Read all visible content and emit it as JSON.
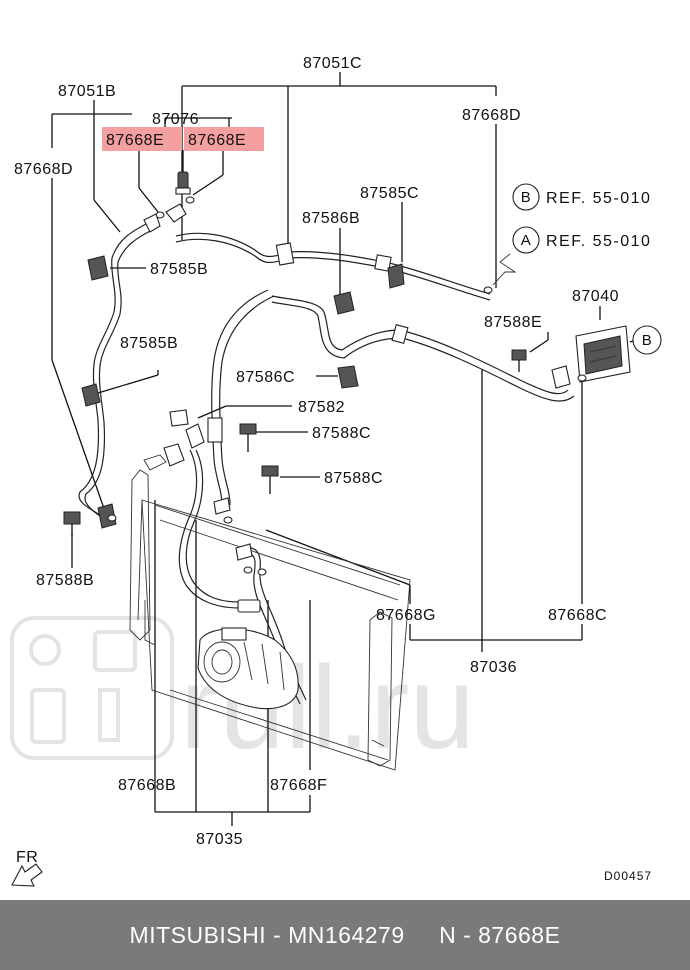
{
  "diagram": {
    "labels": {
      "p87051C": "87051C",
      "p87051B": "87051B",
      "p87076": "87076",
      "p87668E_1": "87668E",
      "p87668E_2": "87668E",
      "p87668D_top": "87668D",
      "p87668D_left": "87668D",
      "p87585C": "87585C",
      "p87586B": "87586B",
      "p87585B_1": "87585B",
      "p87585B_2": "87585B",
      "p87040": "87040",
      "p87588E": "87588E",
      "p87586C": "87586C",
      "p87582": "87582",
      "p87588C_1": "87588C",
      "p87588C_2": "87588C",
      "p87588B": "87588B",
      "p87668G": "87668G",
      "p87668C": "87668C",
      "p87036": "87036",
      "p87668B": "87668B",
      "p87668F": "87668F",
      "p87035": "87035",
      "ref_b_text": "REF. 55-010",
      "ref_a_text": "REF. 55-010",
      "circle_b": "B",
      "circle_a": "A",
      "circle_b2": "B",
      "fr_label": "FR",
      "diagram_code": "D00457"
    },
    "watermark": "rull.ru",
    "highlight_color": "#f4a0a0"
  },
  "footer": {
    "brand": "MITSUBISHI",
    "part_number": "MN164279",
    "ref_number": "N - 87668E",
    "sep": " - ",
    "gap": "     "
  }
}
